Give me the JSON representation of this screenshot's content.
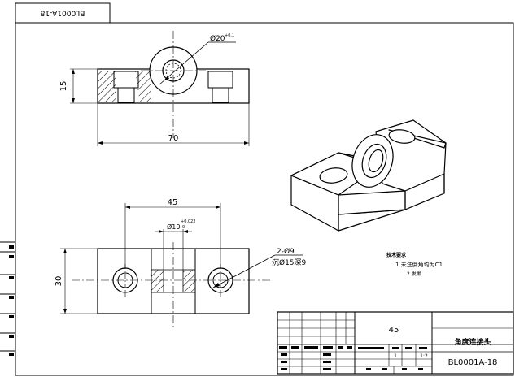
{
  "drawing": {
    "stamp_code": "BL0001A-18",
    "top_view": {
      "dim_diameter": "Ø20",
      "dim_diameter_tol": "+0.1",
      "dim_height": "15",
      "dim_width": "70"
    },
    "front_view": {
      "dim_span": "45",
      "dim_bore": "Ø10",
      "dim_bore_tol_upper": "+0.022",
      "dim_bore_tol_lower": "0",
      "dim_height": "30",
      "callout_line1": "2-Ø9",
      "callout_line2": "沉Ø15深9"
    },
    "tech_requirements": {
      "title": "技术要求",
      "item1": "1.未注倒角均为C1",
      "item2": "2.发黑"
    },
    "title_block": {
      "material": "45",
      "part_name": "角度连接头",
      "drawing_number": "BL0001A-18",
      "scale": "1:2",
      "quantity": "1"
    }
  }
}
